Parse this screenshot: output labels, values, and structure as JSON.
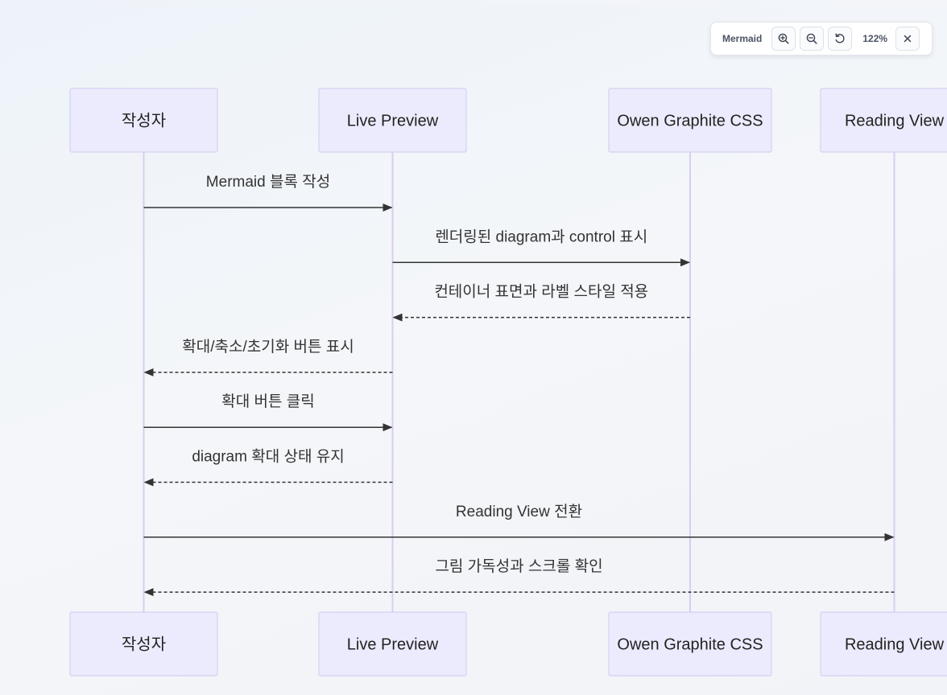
{
  "diagram": {
    "participants": [
      {
        "id": "author",
        "label": "작성자"
      },
      {
        "id": "live",
        "label": "Live Preview"
      },
      {
        "id": "css",
        "label": "Owen Graphite CSS"
      },
      {
        "id": "reading",
        "label": "Reading View"
      }
    ],
    "messages": [
      {
        "from": "author",
        "to": "live",
        "label": "Mermaid 블록 작성",
        "style": "solid"
      },
      {
        "from": "live",
        "to": "css",
        "label": "렌더링된 diagram과 control 표시",
        "style": "solid"
      },
      {
        "from": "css",
        "to": "live",
        "label": "컨테이너 표면과 라벨 스타일 적용",
        "style": "dotted"
      },
      {
        "from": "live",
        "to": "author",
        "label": "확대/축소/초기화 버튼 표시",
        "style": "dotted"
      },
      {
        "from": "author",
        "to": "live",
        "label": "확대 버튼 클릭",
        "style": "solid"
      },
      {
        "from": "live",
        "to": "author",
        "label": "diagram 확대 상태 유지",
        "style": "dotted"
      },
      {
        "from": "author",
        "to": "reading",
        "label": "Reading View 전환",
        "style": "solid"
      },
      {
        "from": "reading",
        "to": "author",
        "label": "그림 가독성과 스크롤 확인",
        "style": "dotted"
      }
    ]
  },
  "toolbar": {
    "label": "Mermaid",
    "zoom": "122%",
    "buttons": [
      {
        "name": "zoom-in-button",
        "icon": "zoom-in-icon"
      },
      {
        "name": "zoom-out-button",
        "icon": "zoom-out-icon"
      },
      {
        "name": "reset-button",
        "icon": "reset-icon"
      }
    ],
    "close_icon": "close-icon"
  },
  "colors": {
    "actor_fill": "#ecebfd",
    "actor_border": "#d6d0f2",
    "lifeline": "#d8cdf0",
    "message_line": "#333333"
  }
}
